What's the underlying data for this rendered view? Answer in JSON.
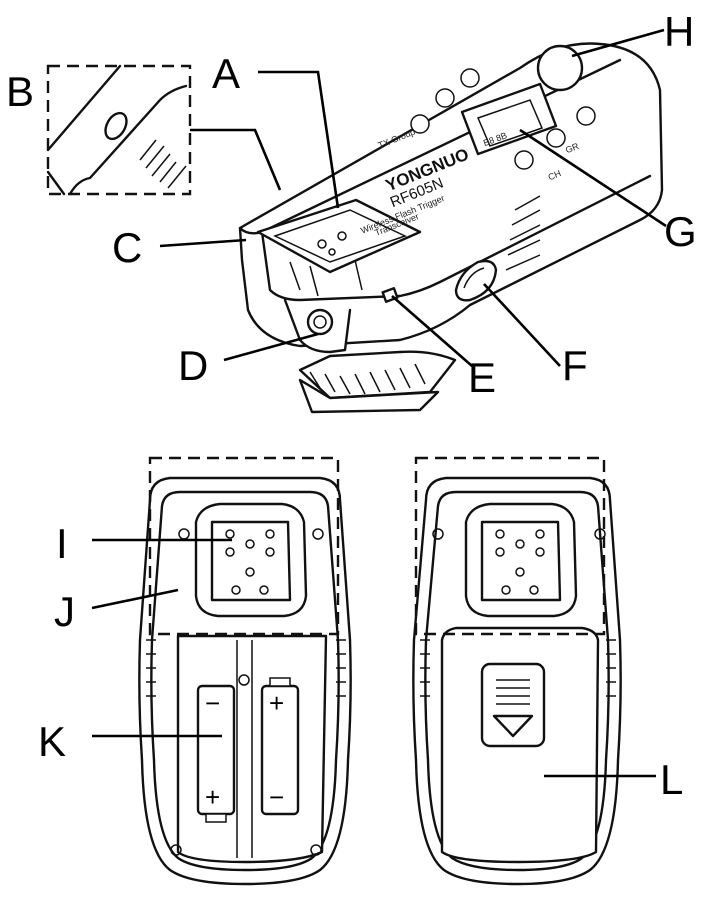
{
  "labels": {
    "A": "A",
    "B": "B",
    "C": "C",
    "D": "D",
    "E": "E",
    "F": "F",
    "G": "G",
    "H": "H",
    "I": "I",
    "J": "J",
    "K": "K",
    "L": "L"
  },
  "device": {
    "brand": "YONGNUO",
    "model": "RF605N",
    "subtitle": "Wireless Flash Trigger",
    "subtitle2": "Transceiver",
    "button_test": "TX Group",
    "button_ch": "CH",
    "button_gr": "GR"
  },
  "battery_signs": {
    "minus": "−",
    "plus": "+"
  }
}
